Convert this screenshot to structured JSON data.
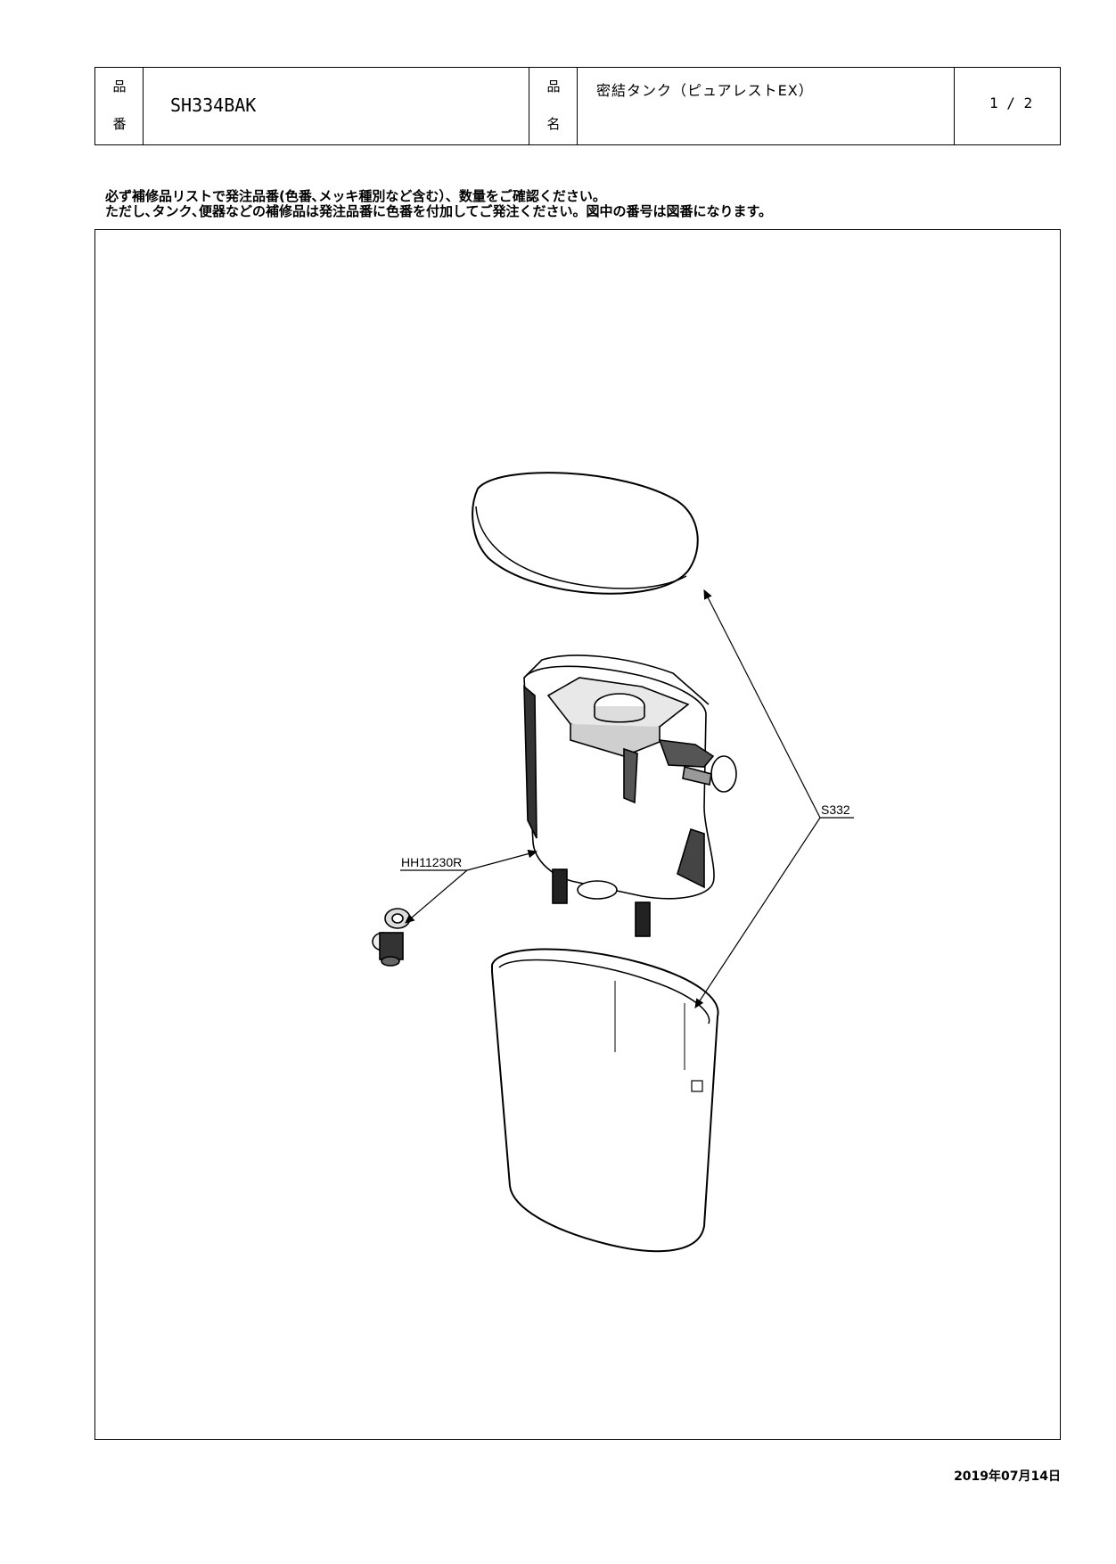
{
  "header": {
    "part_number_label_top": "品",
    "part_number_label_bottom": "番",
    "part_number": "SH334BAK",
    "part_name_label_top": "品",
    "part_name_label_bottom": "名",
    "part_name": "密結タンク（ピュアレストEX）",
    "page": "1 / 2"
  },
  "notes": {
    "line1": "必ず補修品リストで発注品番(色番､メッキ種別など含む）、数量をご確認ください。",
    "line2": "ただし､タンク､便器などの補修品は発注品番に色番を付加してご発注ください。図中の番号は図番になります。"
  },
  "diagram": {
    "label_s332": "S332",
    "label_hh11230r": "HH11230R"
  },
  "footer": {
    "date": "2019年07月14日"
  }
}
